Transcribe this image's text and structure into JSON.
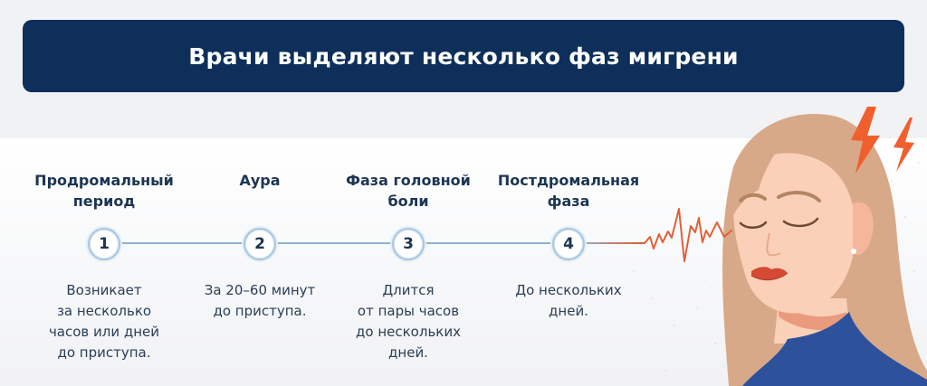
{
  "header": {
    "title": "Врачи выделяют несколько фаз мигрени"
  },
  "phases": [
    {
      "number": "1",
      "title_line1": "Продромальный",
      "title_line2": "период",
      "desc": [
        "Возникает",
        "за несколько",
        "часов или дней",
        "до приступа."
      ]
    },
    {
      "number": "2",
      "title_line1": "Аура",
      "title_line2": "",
      "desc": [
        "За 20–60 минут",
        "до приступа."
      ]
    },
    {
      "number": "3",
      "title_line1": "Фаза головной",
      "title_line2": "боли",
      "desc": [
        "Длится",
        "от пары часов",
        "до нескольких",
        "дней."
      ]
    },
    {
      "number": "4",
      "title_line1": "Постдромальная",
      "title_line2": "фаза",
      "desc": [
        "До нескольких",
        "дней."
      ]
    }
  ],
  "colors": {
    "header_bg": "#0d2f5a",
    "text_dark": "#1c3553",
    "timeline": "#8db3d2",
    "accent_red": "#e0603a",
    "lightning": "#f0602e",
    "hair": "#d8a988",
    "skin": "#fbd0b8",
    "sweater": "#2e519c",
    "lips": "#d44a35"
  },
  "illustration": {
    "subject": "woman-with-migraine",
    "elements": [
      "lightning-bolts",
      "pulse-wave",
      "closed-eyes"
    ]
  }
}
